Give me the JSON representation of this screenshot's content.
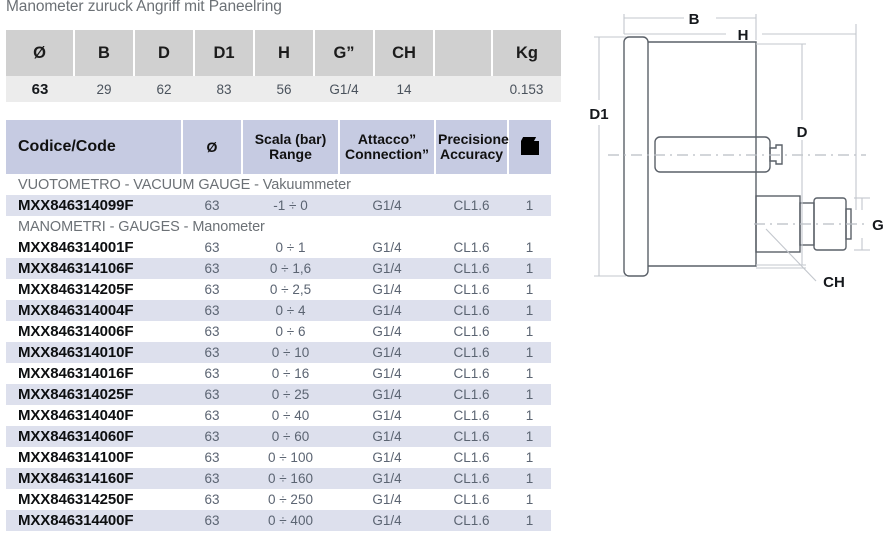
{
  "subtitle": "Manometer zuruck Angriff mit Paneelring",
  "dimension_table": {
    "headers": [
      "Ø",
      "B",
      "D",
      "D1",
      "H",
      "G”",
      "CH",
      "",
      "Kg"
    ],
    "row": [
      "63",
      "29",
      "62",
      "83",
      "56",
      "G1/4",
      "14",
      "",
      "0.153"
    ]
  },
  "code_table": {
    "headers": [
      "Codice/Code",
      "Ø",
      "Scala (bar)\nRange",
      "Attacco”\nConnection”",
      "Precisione\nAccuracy",
      "box-icon"
    ],
    "headers_multiline": {
      "scala_line1": "Scala (bar)",
      "scala_line2": "Range",
      "attacco_line1": "Attacco”",
      "attacco_line2": "Connection”",
      "precisione_line1": "Precisione",
      "precisione_line2": "Accuracy"
    },
    "sections": [
      {
        "label": "VUOTOMETRO - VACUUM GAUGE - Vakuummeter",
        "rows": [
          {
            "code": "MXX846314099F",
            "diameter": "63",
            "range": "-1 ÷ 0",
            "connection": "G1/4",
            "accuracy": "CL1.6",
            "qty": "1"
          }
        ]
      },
      {
        "label": "MANOMETRI - GAUGES - Manometer",
        "rows": [
          {
            "code": "MXX846314001F",
            "diameter": "63",
            "range": "0 ÷ 1",
            "connection": "G1/4",
            "accuracy": "CL1.6",
            "qty": "1"
          },
          {
            "code": "MXX846314106F",
            "diameter": "63",
            "range": "0 ÷ 1,6",
            "connection": "G1/4",
            "accuracy": "CL1.6",
            "qty": "1"
          },
          {
            "code": "MXX846314205F",
            "diameter": "63",
            "range": "0 ÷ 2,5",
            "connection": "G1/4",
            "accuracy": "CL1.6",
            "qty": "1"
          },
          {
            "code": "MXX846314004F",
            "diameter": "63",
            "range": "0 ÷ 4",
            "connection": "G1/4",
            "accuracy": "CL1.6",
            "qty": "1"
          },
          {
            "code": "MXX846314006F",
            "diameter": "63",
            "range": "0 ÷ 6",
            "connection": "G1/4",
            "accuracy": "CL1.6",
            "qty": "1"
          },
          {
            "code": "MXX846314010F",
            "diameter": "63",
            "range": "0 ÷ 10",
            "connection": "G1/4",
            "accuracy": "CL1.6",
            "qty": "1"
          },
          {
            "code": "MXX846314016F",
            "diameter": "63",
            "range": "0 ÷ 16",
            "connection": "G1/4",
            "accuracy": "CL1.6",
            "qty": "1"
          },
          {
            "code": "MXX846314025F",
            "diameter": "63",
            "range": "0 ÷ 25",
            "connection": "G1/4",
            "accuracy": "CL1.6",
            "qty": "1"
          },
          {
            "code": "MXX846314040F",
            "diameter": "63",
            "range": "0 ÷ 40",
            "connection": "G1/4",
            "accuracy": "CL1.6",
            "qty": "1"
          },
          {
            "code": "MXX846314060F",
            "diameter": "63",
            "range": "0 ÷ 60",
            "connection": "G1/4",
            "accuracy": "CL1.6",
            "qty": "1"
          },
          {
            "code": "MXX846314100F",
            "diameter": "63",
            "range": "0 ÷ 100",
            "connection": "G1/4",
            "accuracy": "CL1.6",
            "qty": "1"
          },
          {
            "code": "MXX846314160F",
            "diameter": "63",
            "range": "0 ÷ 160",
            "connection": "G1/4",
            "accuracy": "CL1.6",
            "qty": "1"
          },
          {
            "code": "MXX846314250F",
            "diameter": "63",
            "range": "0 ÷ 250",
            "connection": "G1/4",
            "accuracy": "CL1.6",
            "qty": "1"
          },
          {
            "code": "MXX846314400F",
            "diameter": "63",
            "range": "0 ÷ 400",
            "connection": "G1/4",
            "accuracy": "CL1.6",
            "qty": "1"
          }
        ]
      }
    ]
  },
  "drawing": {
    "labels": {
      "b": "B",
      "h": "H",
      "d": "D",
      "d1": "D1",
      "g": "G",
      "ch": "CH"
    }
  },
  "colors": {
    "dim_header_bg": "#d0d0d0",
    "dim_row_bg": "#ececec",
    "code_header_bg": "#c6cbe2",
    "alt_row_bg": "#dde0ed",
    "muted_text": "#6c7176",
    "value_text": "#5b6472",
    "drawing_line": "#5a6068"
  }
}
